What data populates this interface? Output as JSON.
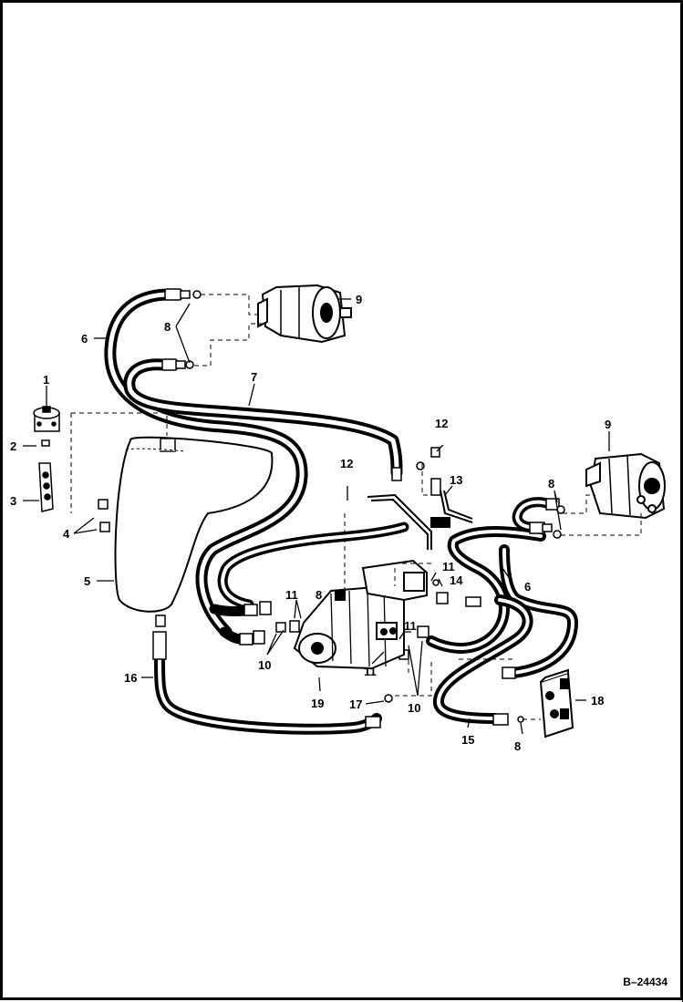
{
  "figure": {
    "id": "B–24434"
  },
  "callouts": {
    "c1": "1",
    "c2": "2",
    "c3": "3",
    "c4": "4",
    "c5": "5",
    "c6a": "6",
    "c6b": "6",
    "c7": "7",
    "c8a": "8",
    "c8b": "8",
    "c8c": "8",
    "c8d": "8",
    "c9a": "9",
    "c9b": "9",
    "c10a": "10",
    "c10b": "10",
    "c11a": "11",
    "c11b": "11",
    "c11c": "11",
    "c11d": "11",
    "c12a": "12",
    "c12b": "12",
    "c13": "13",
    "c14": "14",
    "c15": "15",
    "c16": "16",
    "c17": "17",
    "c18": "18",
    "c19": "19"
  },
  "colors": {
    "ink": "#000000",
    "paper": "#ffffff"
  }
}
